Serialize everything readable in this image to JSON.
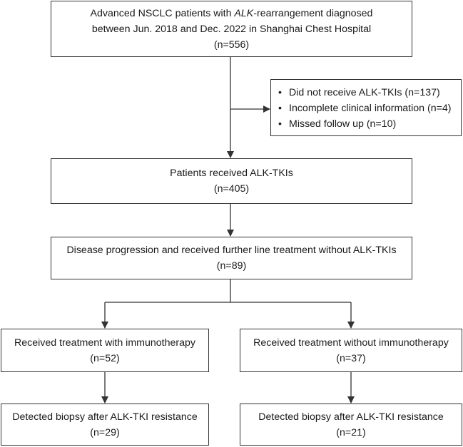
{
  "nodes": {
    "cohort": {
      "line1": "Advanced NSCLC patients with ",
      "line1_italic": "ALK",
      "line1_rest": "-rearrangement diagnosed",
      "line2": "between Jun. 2018 and Dec. 2022 in Shanghai Chest Hospital",
      "count": "(n=556)"
    },
    "exclusion": {
      "items": [
        "Did not receive ALK-TKIs (n=137)",
        "Incomplete clinical information (n=4)",
        "Missed follow up (n=10)"
      ]
    },
    "received_tki": {
      "title": "Patients received ALK-TKIs",
      "count": "(n=405)"
    },
    "progression": {
      "title": "Disease progression and received further line treatment without ALK-TKIs",
      "count": "(n=89)"
    },
    "with_immuno": {
      "title": "Received treatment with immunotherapy",
      "count": "(n=52)"
    },
    "without_immuno": {
      "title": "Received treatment without immunotherapy",
      "count": "(n=37)"
    },
    "biopsy_with": {
      "title": "Detected biopsy after ALK-TKI resistance",
      "count": "(n=29)"
    },
    "biopsy_without": {
      "title": "Detected biopsy after ALK-TKI resistance",
      "count": "(n=21)"
    }
  },
  "colors": {
    "line": "#333333",
    "text": "#1a1a1a",
    "background": "#ffffff"
  }
}
